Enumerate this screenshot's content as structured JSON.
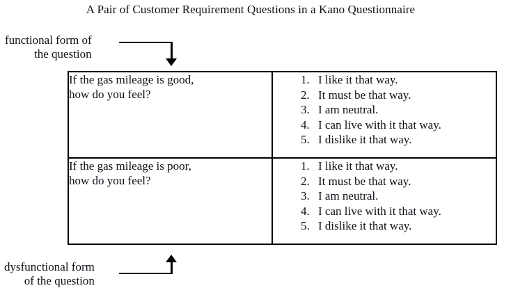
{
  "title": "A Pair of Customer Requirement Questions in a Kano Questionnaire",
  "callouts": {
    "functional": {
      "line1": "functional form of",
      "line2": "the question",
      "arrow": "arrow-down-icon"
    },
    "dysfunctional": {
      "line1": "dysfunctional form",
      "line2": "of the question",
      "arrow": "arrow-up-icon"
    }
  },
  "table": {
    "rows": [
      {
        "question": "If the gas mileage is good,\nhow do you feel?",
        "answers": [
          {
            "num": "1.",
            "text": "I like it that way."
          },
          {
            "num": "2.",
            "text": "It must be that way."
          },
          {
            "num": "3.",
            "text": "I am neutral."
          },
          {
            "num": "4.",
            "text": "I can live with it that way."
          },
          {
            "num": "5.",
            "text": "I dislike it that way."
          }
        ]
      },
      {
        "question": "If the gas mileage is poor,\nhow do you feel?",
        "answers": [
          {
            "num": "1.",
            "text": "I like it that way."
          },
          {
            "num": "2.",
            "text": "It must be that way."
          },
          {
            "num": "3.",
            "text": "I am neutral."
          },
          {
            "num": "4.",
            "text": "I can live with it that way."
          },
          {
            "num": "5.",
            "text": "I dislike it that way."
          }
        ]
      }
    ]
  },
  "colors": {
    "ink": "#0f0f18",
    "rule": "#000000",
    "background": "#ffffff"
  }
}
